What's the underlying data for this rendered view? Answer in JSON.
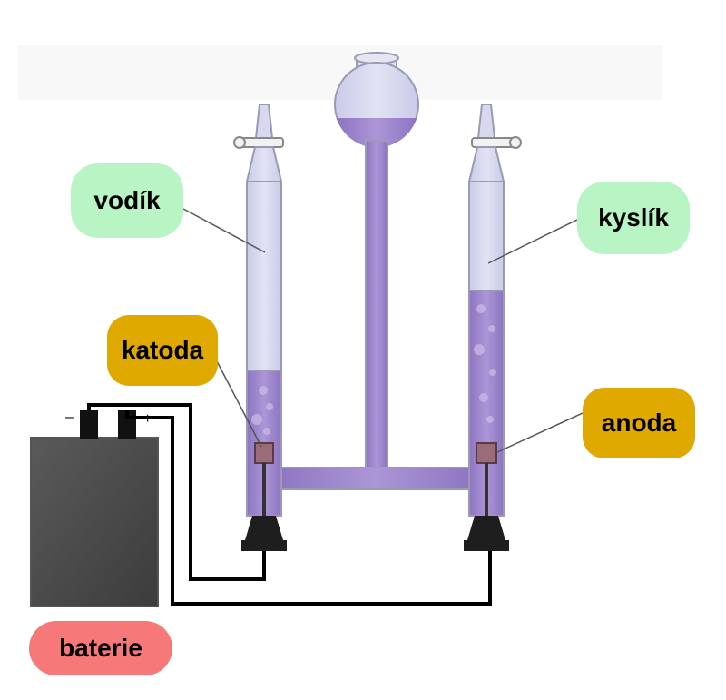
{
  "labels": {
    "hydrogen": "vodík",
    "oxygen": "kyslík",
    "cathode": "katoda",
    "anode": "anoda",
    "battery": "baterie"
  },
  "terminals": {
    "negative": "–",
    "positive": "+"
  },
  "colors": {
    "gas_label": "#b9f5c4",
    "electrode_label": "#e0a900",
    "battery_label": "#f77878",
    "water": "#9a83c9",
    "battery_body": "#4a4a4a"
  }
}
